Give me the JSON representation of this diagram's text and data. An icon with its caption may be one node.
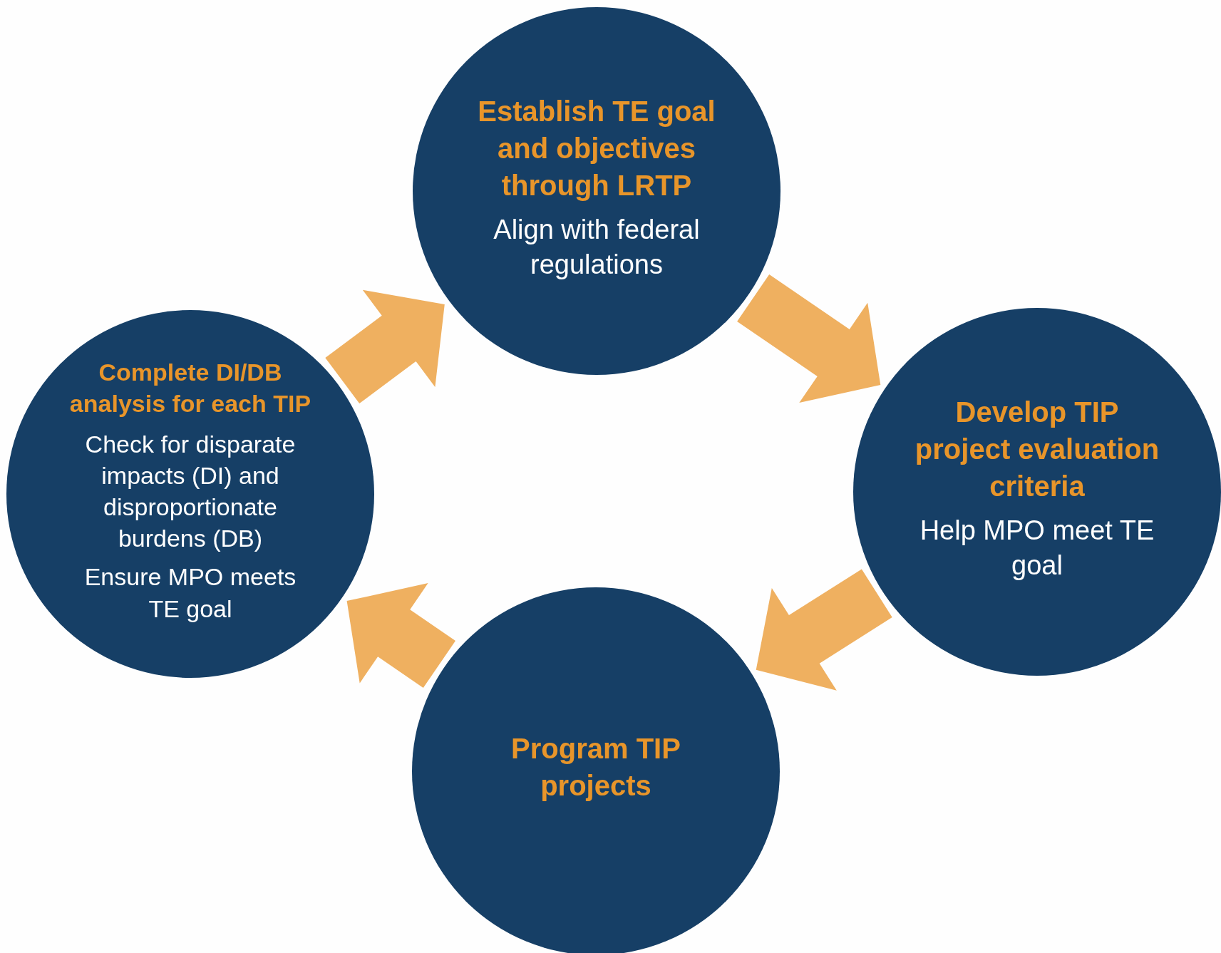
{
  "diagram": {
    "nodes": [
      {
        "text": [
          "Establish TE goal and objectives through LRTP",
          "Align with federal regulations"
        ]
      },
      {
        "text": [
          "Develop TIP project evaluation criteria",
          "Help MPO meet TE goal"
        ]
      },
      {
        "text": [
          "Program TIP projects"
        ]
      },
      {
        "text": [
          "Complete DI/DB analysis for each TIP",
          "Check for disparate impacts (DI) and disproportionate burdens (DB)",
          "Ensure MPO meets TE goal"
        ]
      }
    ],
    "edges": [
      {
        "from": 0,
        "to": 1,
        "arrow": "to"
      },
      {
        "from": 1,
        "to": 2,
        "arrow": "to"
      },
      {
        "from": 2,
        "to": 3,
        "arrow": "to"
      },
      {
        "from": 3,
        "to": 0,
        "arrow": "to"
      }
    ]
  }
}
